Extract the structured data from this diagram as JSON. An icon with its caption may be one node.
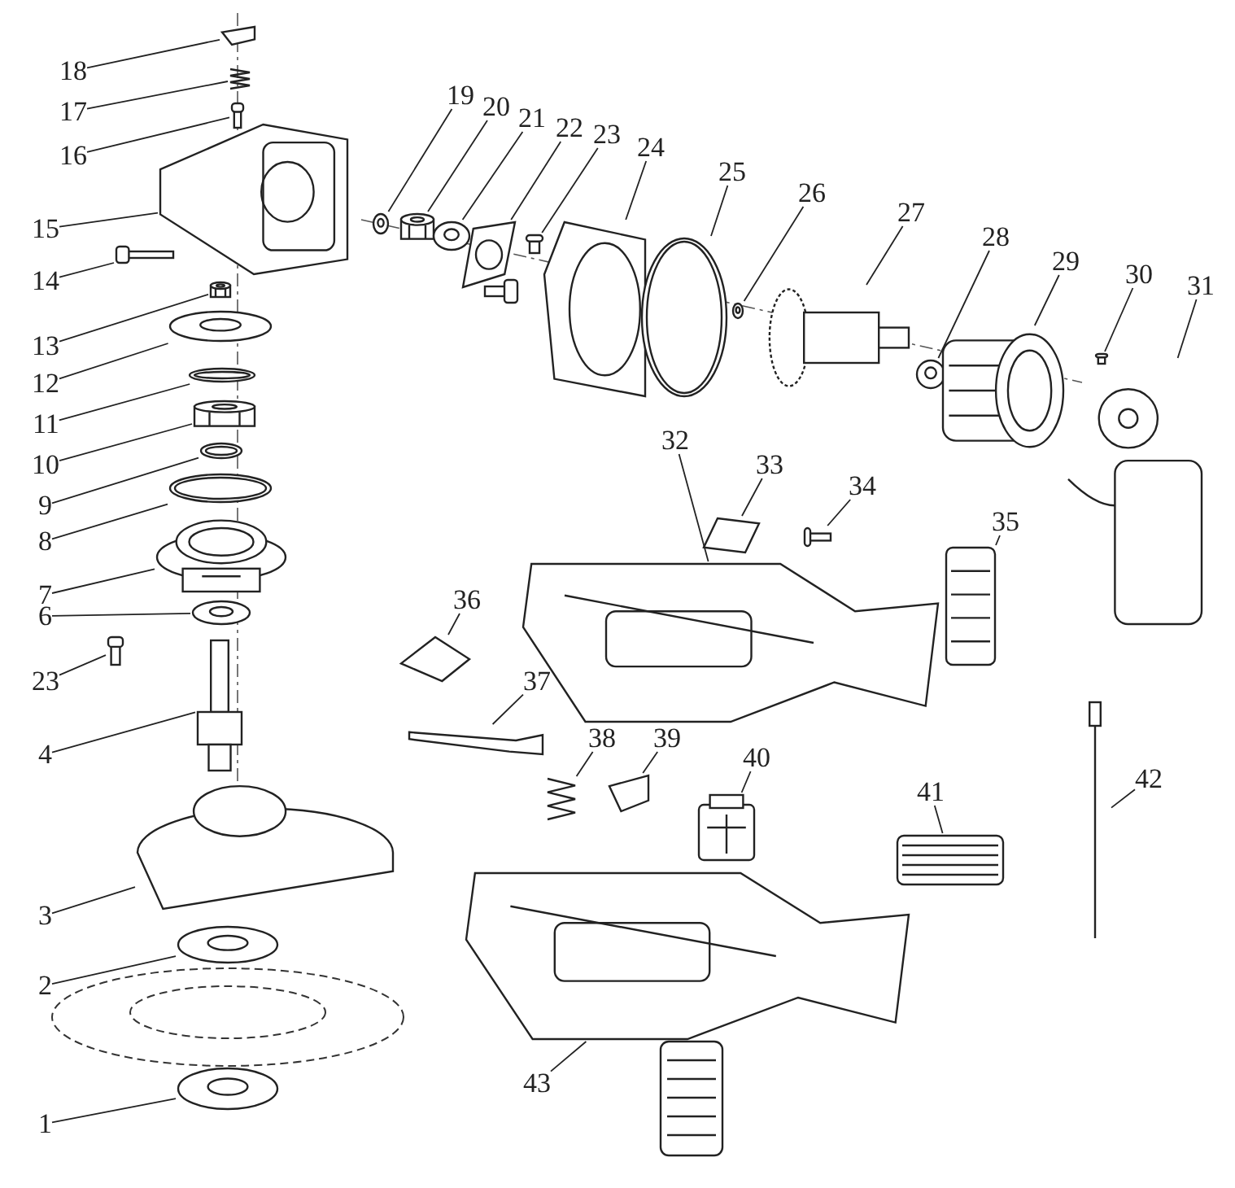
{
  "diagram": {
    "nodes": [
      {
        "text": [
          "18"
        ]
      },
      {
        "text": [],
        "shape": "picture"
      },
      {
        "text": [
          "17"
        ]
      },
      {
        "text": [],
        "shape": "picture"
      },
      {
        "text": [
          "16"
        ]
      },
      {
        "text": [],
        "shape": "picture"
      },
      {
        "text": [
          "15"
        ]
      },
      {
        "text": [],
        "shape": "picture"
      },
      {
        "text": [
          "14"
        ]
      },
      {
        "text": [],
        "shape": "picture"
      },
      {
        "text": [
          "13"
        ]
      },
      {
        "text": [],
        "shape": "picture"
      },
      {
        "text": [
          "12"
        ]
      },
      {
        "text": [],
        "shape": "picture"
      },
      {
        "text": [
          "11"
        ]
      },
      {
        "text": [],
        "shape": "picture"
      },
      {
        "text": [
          "10"
        ]
      },
      {
        "text": [],
        "shape": "picture"
      },
      {
        "text": [
          "9"
        ]
      },
      {
        "text": [],
        "shape": "picture"
      },
      {
        "text": [
          "8"
        ]
      },
      {
        "text": [],
        "shape": "picture"
      },
      {
        "text": [
          "7"
        ]
      },
      {
        "text": [],
        "shape": "picture"
      },
      {
        "text": [
          "6"
        ]
      },
      {
        "text": [],
        "shape": "picture"
      },
      {
        "text": [
          "23"
        ]
      },
      {
        "text": [],
        "shape": "picture"
      },
      {
        "text": [
          "4"
        ]
      },
      {
        "text": [],
        "shape": "picture"
      },
      {
        "text": [
          "3"
        ]
      },
      {
        "text": [],
        "shape": "picture"
      },
      {
        "text": [
          "2"
        ]
      },
      {
        "text": [],
        "shape": "picture"
      },
      {
        "text": [
          "1"
        ]
      },
      {
        "text": [],
        "shape": "picture"
      },
      {
        "text": [
          "19"
        ]
      },
      {
        "text": [],
        "shape": "picture"
      },
      {
        "text": [
          "20"
        ]
      },
      {
        "text": [],
        "shape": "picture"
      },
      {
        "text": [
          "21"
        ]
      },
      {
        "text": [],
        "shape": "picture"
      },
      {
        "text": [
          "22"
        ]
      },
      {
        "text": [],
        "shape": "picture"
      },
      {
        "text": [
          "23"
        ]
      },
      {
        "text": [],
        "shape": "picture"
      },
      {
        "text": [
          "24"
        ]
      },
      {
        "text": [],
        "shape": "picture"
      },
      {
        "text": [
          "25"
        ]
      },
      {
        "text": [],
        "shape": "picture"
      },
      {
        "text": [
          "26"
        ]
      },
      {
        "text": [],
        "shape": "picture"
      },
      {
        "text": [
          "27"
        ]
      },
      {
        "text": [],
        "shape": "picture"
      },
      {
        "text": [
          "28"
        ]
      },
      {
        "text": [],
        "shape": "picture"
      },
      {
        "text": [
          "29"
        ]
      },
      {
        "text": [],
        "shape": "picture"
      },
      {
        "text": [
          "30"
        ]
      },
      {
        "text": [],
        "shape": "picture"
      },
      {
        "text": [
          "31"
        ]
      },
      {
        "text": [],
        "shape": "picture"
      },
      {
        "text": [
          "32"
        ]
      },
      {
        "text": [],
        "shape": "picture"
      },
      {
        "text": [
          "33"
        ]
      },
      {
        "text": [],
        "shape": "picture"
      },
      {
        "text": [
          "34"
        ]
      },
      {
        "text": [],
        "shape": "picture"
      },
      {
        "text": [
          "35"
        ]
      },
      {
        "text": [],
        "shape": "picture"
      },
      {
        "text": [
          "36"
        ]
      },
      {
        "text": [],
        "shape": "picture"
      },
      {
        "text": [
          "37"
        ]
      },
      {
        "text": [],
        "shape": "picture"
      },
      {
        "text": [
          "38"
        ]
      },
      {
        "text": [],
        "shape": "picture"
      },
      {
        "text": [
          "39"
        ]
      },
      {
        "text": [],
        "shape": "picture"
      },
      {
        "text": [
          "40"
        ]
      },
      {
        "text": [],
        "shape": "picture"
      },
      {
        "text": [
          "41"
        ]
      },
      {
        "text": [],
        "shape": "picture"
      },
      {
        "text": [
          "42"
        ]
      },
      {
        "text": [],
        "shape": "picture"
      },
      {
        "text": [
          "43"
        ]
      },
      {
        "text": [],
        "shape": "picture"
      }
    ],
    "edges": [
      {
        "from": 0,
        "to": 1,
        "arrow": "none"
      },
      {
        "from": 2,
        "to": 3,
        "arrow": "none"
      },
      {
        "from": 4,
        "to": 5,
        "arrow": "none"
      },
      {
        "from": 6,
        "to": 7,
        "arrow": "none"
      },
      {
        "from": 8,
        "to": 9,
        "arrow": "none"
      },
      {
        "from": 10,
        "to": 11,
        "arrow": "none"
      },
      {
        "from": 12,
        "to": 13,
        "arrow": "none"
      },
      {
        "from": 14,
        "to": 15,
        "arrow": "none"
      },
      {
        "from": 16,
        "to": 17,
        "arrow": "none"
      },
      {
        "from": 18,
        "to": 19,
        "arrow": "none"
      },
      {
        "from": 20,
        "to": 21,
        "arrow": "none"
      },
      {
        "from": 22,
        "to": 23,
        "arrow": "none"
      },
      {
        "from": 24,
        "to": 25,
        "arrow": "none"
      },
      {
        "from": 26,
        "to": 27,
        "arrow": "none"
      },
      {
        "from": 28,
        "to": 29,
        "arrow": "none"
      },
      {
        "from": 30,
        "to": 31,
        "arrow": "none"
      },
      {
        "from": 32,
        "to": 33,
        "arrow": "none"
      },
      {
        "from": 34,
        "to": 35,
        "arrow": "none"
      },
      {
        "from": 36,
        "to": 37,
        "arrow": "none"
      },
      {
        "from": 38,
        "to": 39,
        "arrow": "none"
      },
      {
        "from": 40,
        "to": 41,
        "arrow": "none"
      },
      {
        "from": 42,
        "to": 43,
        "arrow": "none"
      },
      {
        "from": 44,
        "to": 45,
        "arrow": "none"
      },
      {
        "from": 46,
        "to": 47,
        "arrow": "none"
      },
      {
        "from": 48,
        "to": 49,
        "arrow": "none"
      },
      {
        "from": 50,
        "to": 51,
        "arrow": "none"
      },
      {
        "from": 52,
        "to": 53,
        "arrow": "none"
      },
      {
        "from": 54,
        "to": 55,
        "arrow": "none"
      },
      {
        "from": 56,
        "to": 57,
        "arrow": "none"
      },
      {
        "from": 58,
        "to": 59,
        "arrow": "none"
      },
      {
        "from": 60,
        "to": 61,
        "arrow": "none"
      },
      {
        "from": 62,
        "to": 63,
        "arrow": "none"
      },
      {
        "from": 64,
        "to": 65,
        "arrow": "none"
      },
      {
        "from": 66,
        "to": 67,
        "arrow": "none"
      },
      {
        "from": 68,
        "to": 69,
        "arrow": "none"
      },
      {
        "from": 70,
        "to": 71,
        "arrow": "none"
      },
      {
        "from": 72,
        "to": 73,
        "arrow": "none"
      },
      {
        "from": 74,
        "to": 75,
        "arrow": "none"
      },
      {
        "from": 76,
        "to": 77,
        "arrow": "none"
      },
      {
        "from": 78,
        "to": 79,
        "arrow": "none"
      },
      {
        "from": 80,
        "to": 81,
        "arrow": "none"
      },
      {
        "from": 82,
        "to": 83,
        "arrow": "none"
      },
      {
        "from": 84,
        "to": 85,
        "arrow": "none"
      }
    ]
  }
}
